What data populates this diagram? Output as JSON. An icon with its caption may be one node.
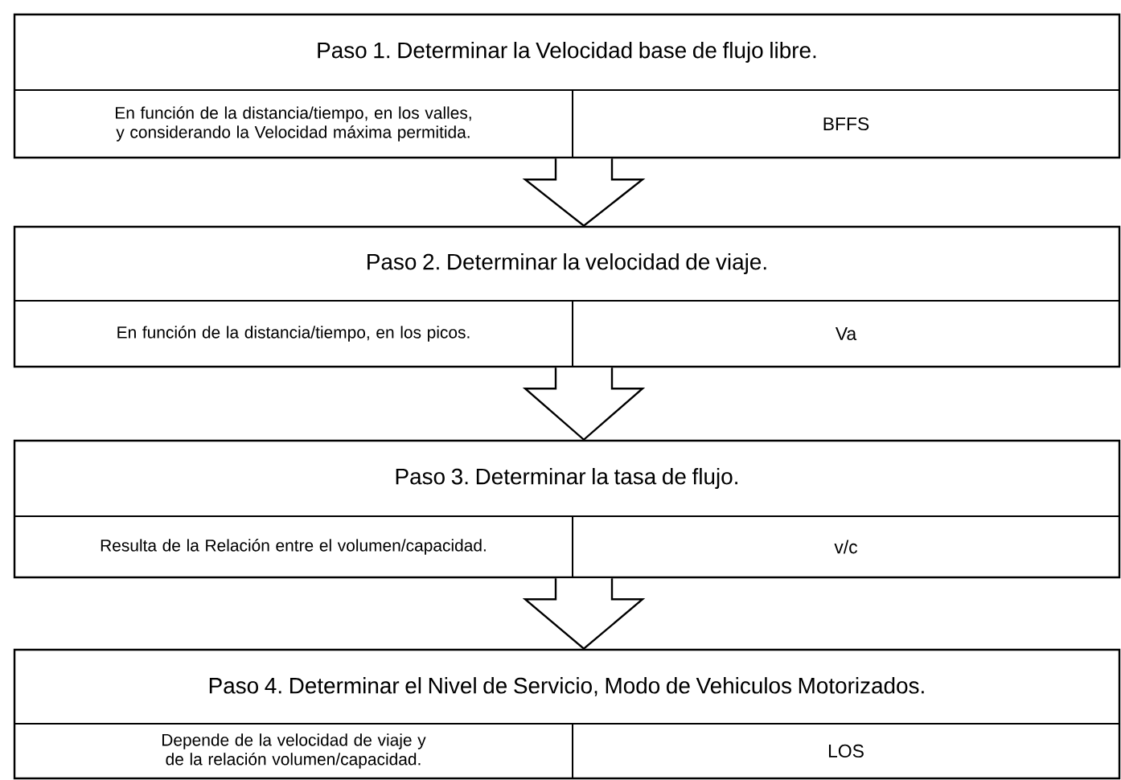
{
  "diagram": {
    "nodes": [
      {
        "text": [],
        "shape": "box"
      },
      {
        "text": [
          "Paso 1. Determinar la Velocidad base de flujo libre."
        ],
        "in": 0
      },
      {
        "text": [
          "En función de la distancia/tiempo, en los valles, y considerando la Velocidad máxima permitida."
        ],
        "in": 0
      },
      {
        "text": [
          "BFFS"
        ],
        "in": 0
      },
      {
        "text": [],
        "shape": "box"
      },
      {
        "text": [
          "Paso 2. Determinar la velocidad de viaje."
        ],
        "in": 4
      },
      {
        "text": [
          "En función de la distancia/tiempo, en los picos."
        ],
        "in": 4
      },
      {
        "text": [
          "Va"
        ],
        "in": 4
      },
      {
        "text": [],
        "shape": "box"
      },
      {
        "text": [
          "Paso 3. Determinar la tasa de flujo."
        ],
        "in": 8
      },
      {
        "text": [
          "Resulta de la Relación entre el volumen/capacidad."
        ],
        "in": 8
      },
      {
        "text": [
          "v/c"
        ],
        "in": 8
      },
      {
        "text": [],
        "shape": "box"
      },
      {
        "text": [
          "Paso 4. Determinar el Nivel de Servicio, Modo de Vehiculos Motorizados."
        ],
        "in": 12
      },
      {
        "text": [
          "Depende de la velocidad de viaje y de la relación volumen/capacidad."
        ],
        "in": 12
      },
      {
        "text": [
          "LOS"
        ],
        "in": 12
      }
    ],
    "edges": [
      {
        "from": 0,
        "to": 4,
        "arrow": "to"
      },
      {
        "from": 4,
        "to": 8,
        "arrow": "to"
      },
      {
        "from": 8,
        "to": 12,
        "arrow": "to"
      }
    ]
  }
}
